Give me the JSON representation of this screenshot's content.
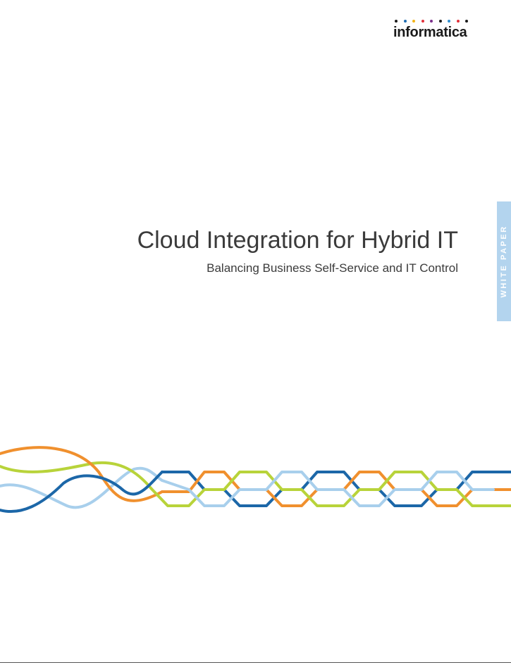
{
  "brand": {
    "name": "informatica",
    "dot_colors": [
      "#1a1a1a",
      "#1f6db3",
      "#f2b418",
      "#e0313a",
      "#7a2f8a",
      "#1a1a1a",
      "#2f8fd0",
      "#e0313a",
      "#1a1a1a"
    ]
  },
  "cover": {
    "title": "Cloud Integration for Hybrid IT",
    "subtitle": "Balancing Business Self-Service and IT Control",
    "tab_label": "WHITE PAPER"
  },
  "colors": {
    "tab": "#b3d4ee",
    "text": "#3b3b3b",
    "strand_dark_blue": "#1c67a8",
    "strand_orange": "#f0902e",
    "strand_green": "#b8d33a",
    "strand_light_blue": "#a8cfec"
  }
}
